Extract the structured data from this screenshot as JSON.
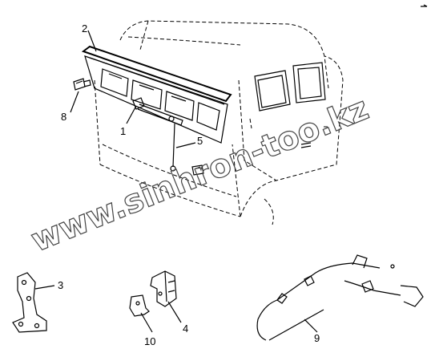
{
  "callouts": {
    "c1": "1",
    "c2": "2",
    "c3": "3",
    "c4": "4",
    "c5": "5",
    "c8": "8",
    "c9": "9",
    "c10": "10"
  },
  "watermark": "www.sinhron-too.kz"
}
